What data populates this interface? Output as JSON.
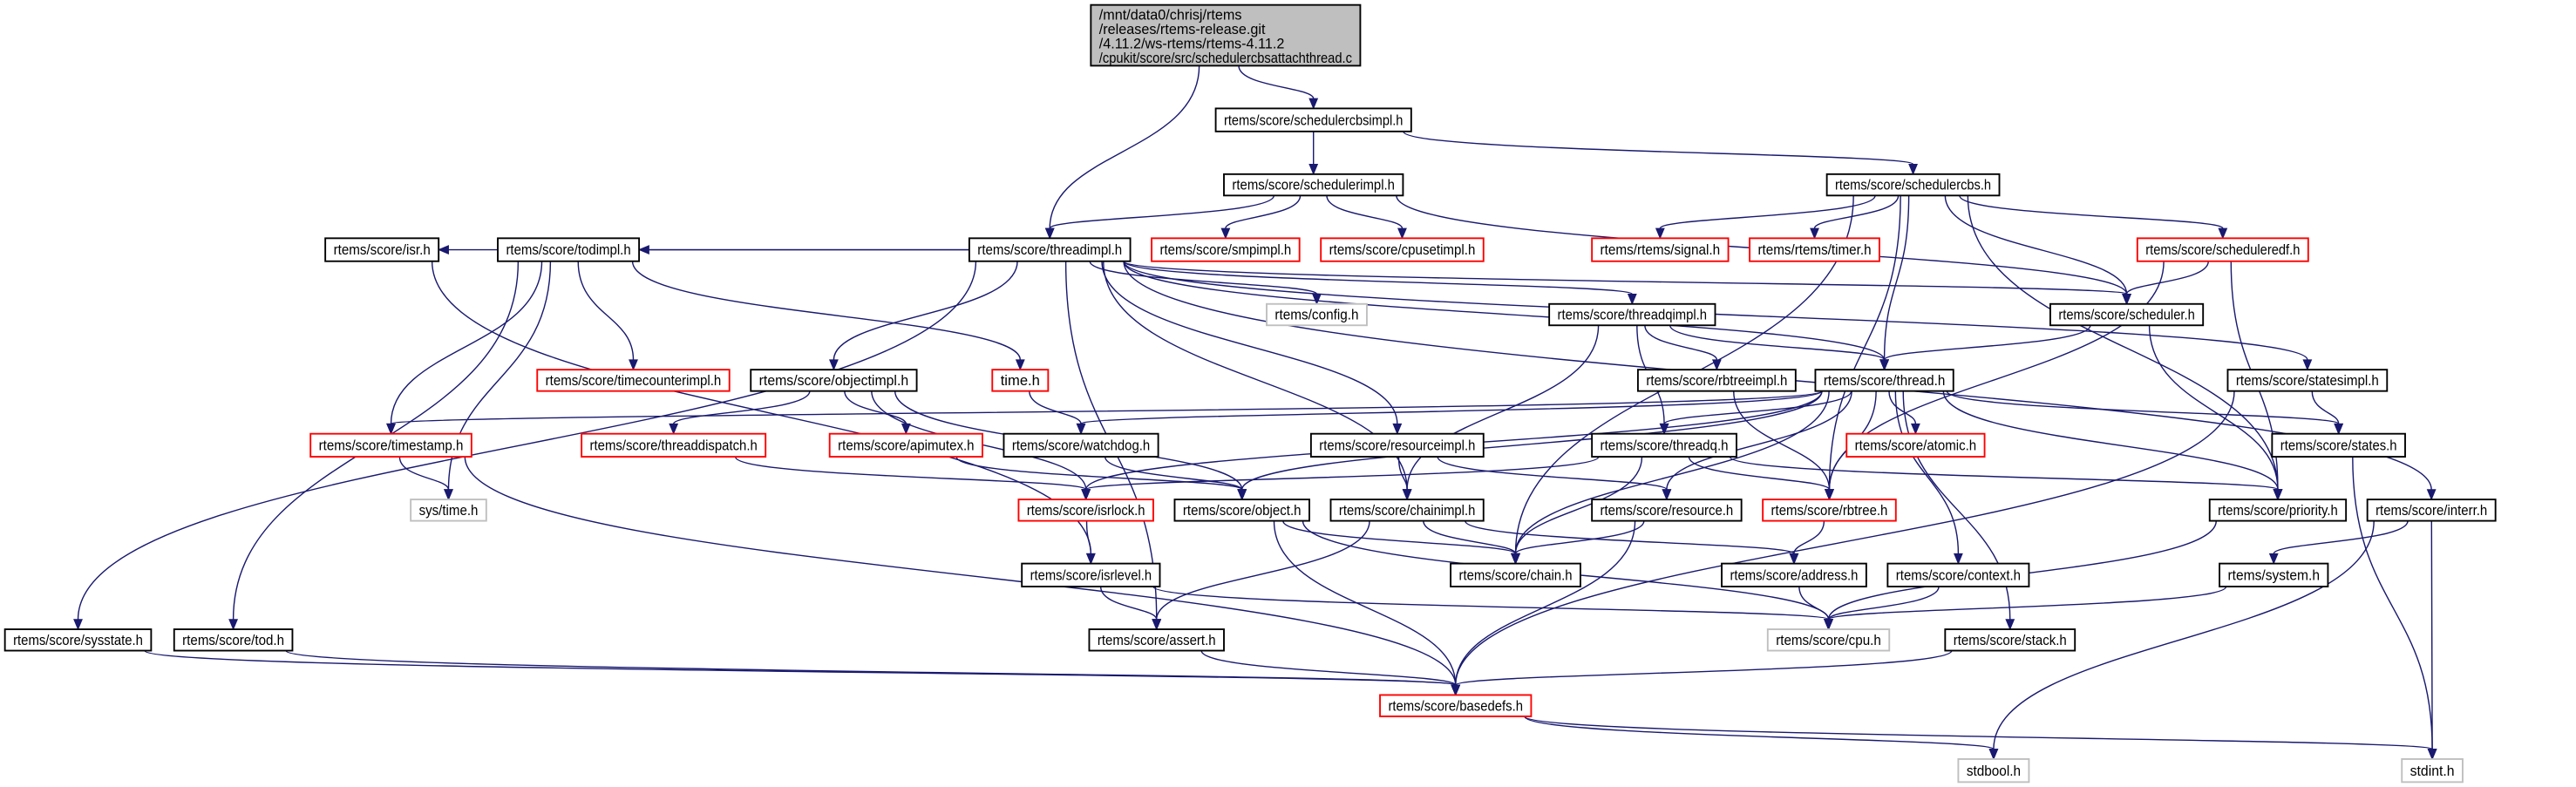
{
  "colors": {
    "edge": "#191970",
    "root_fill": "#bfbfbf",
    "normal_border": "#000000",
    "missing_docs_border": "#ff0000",
    "external_border": "#bfbfbf"
  },
  "nodes": [
    {
      "id": "root",
      "lines": [
        "/mnt/data0/chrisj/rtems",
        "/releases/rtems-release.git",
        "/4.11.2/ws-rtems/rtems-4.11.2",
        "/cpukit/score/src/schedulercbsattachthread.c"
      ],
      "style": "root"
    },
    {
      "id": "schedulercbsimpl",
      "label": "rtems/score/schedulercbsimpl.h",
      "style": "normal"
    },
    {
      "id": "schedulerimpl",
      "label": "rtems/score/schedulerimpl.h",
      "style": "normal"
    },
    {
      "id": "schedulercbs",
      "label": "rtems/score/schedulercbs.h",
      "style": "normal"
    },
    {
      "id": "threadimpl",
      "label": "rtems/score/threadimpl.h",
      "style": "normal"
    },
    {
      "id": "smpimpl",
      "label": "rtems/score/smpimpl.h",
      "style": "red"
    },
    {
      "id": "cpusetimpl",
      "label": "rtems/score/cpusetimpl.h",
      "style": "red"
    },
    {
      "id": "signal",
      "label": "rtems/rtems/signal.h",
      "style": "red"
    },
    {
      "id": "timer",
      "label": "rtems/rtems/timer.h",
      "style": "red"
    },
    {
      "id": "scheduleredf",
      "label": "rtems/score/scheduleredf.h",
      "style": "red"
    },
    {
      "id": "isr",
      "label": "rtems/score/isr.h",
      "style": "normal"
    },
    {
      "id": "todimpl",
      "label": "rtems/score/todimpl.h",
      "style": "normal"
    },
    {
      "id": "config",
      "label": "rtems/config.h",
      "style": "gray"
    },
    {
      "id": "threadqimpl",
      "label": "rtems/score/threadqimpl.h",
      "style": "normal"
    },
    {
      "id": "scheduler",
      "label": "rtems/score/scheduler.h",
      "style": "normal"
    },
    {
      "id": "timecounterimpl",
      "label": "rtems/score/timecounterimpl.h",
      "style": "red"
    },
    {
      "id": "objectimpl",
      "label": "rtems/score/objectimpl.h",
      "style": "normal"
    },
    {
      "id": "time",
      "label": "time.h",
      "style": "red"
    },
    {
      "id": "rbtreeimpl",
      "label": "rtems/score/rbtreeimpl.h",
      "style": "normal"
    },
    {
      "id": "thread",
      "label": "rtems/score/thread.h",
      "style": "normal"
    },
    {
      "id": "statesimpl",
      "label": "rtems/score/statesimpl.h",
      "style": "normal"
    },
    {
      "id": "timestamp",
      "label": "rtems/score/timestamp.h",
      "style": "red"
    },
    {
      "id": "threaddispatch",
      "label": "rtems/score/threaddispatch.h",
      "style": "red"
    },
    {
      "id": "apimutex",
      "label": "rtems/score/apimutex.h",
      "style": "red"
    },
    {
      "id": "watchdog",
      "label": "rtems/score/watchdog.h",
      "style": "normal"
    },
    {
      "id": "resourceimpl",
      "label": "rtems/score/resourceimpl.h",
      "style": "normal"
    },
    {
      "id": "threadq",
      "label": "rtems/score/threadq.h",
      "style": "normal"
    },
    {
      "id": "atomic",
      "label": "rtems/score/atomic.h",
      "style": "red"
    },
    {
      "id": "states",
      "label": "rtems/score/states.h",
      "style": "normal"
    },
    {
      "id": "systime",
      "label": "sys/time.h",
      "style": "gray"
    },
    {
      "id": "isrlock",
      "label": "rtems/score/isrlock.h",
      "style": "red"
    },
    {
      "id": "object",
      "label": "rtems/score/object.h",
      "style": "normal"
    },
    {
      "id": "chainimpl",
      "label": "rtems/score/chainimpl.h",
      "style": "normal"
    },
    {
      "id": "resource",
      "label": "rtems/score/resource.h",
      "style": "normal"
    },
    {
      "id": "rbtree",
      "label": "rtems/score/rbtree.h",
      "style": "red"
    },
    {
      "id": "priority",
      "label": "rtems/score/priority.h",
      "style": "normal"
    },
    {
      "id": "interr",
      "label": "rtems/score/interr.h",
      "style": "normal"
    },
    {
      "id": "isrlevel",
      "label": "rtems/score/isrlevel.h",
      "style": "normal"
    },
    {
      "id": "chain",
      "label": "rtems/score/chain.h",
      "style": "normal"
    },
    {
      "id": "address",
      "label": "rtems/score/address.h",
      "style": "normal"
    },
    {
      "id": "context",
      "label": "rtems/score/context.h",
      "style": "normal"
    },
    {
      "id": "system",
      "label": "rtems/system.h",
      "style": "normal"
    },
    {
      "id": "sysstate",
      "label": "rtems/score/sysstate.h",
      "style": "normal"
    },
    {
      "id": "tod",
      "label": "rtems/score/tod.h",
      "style": "normal"
    },
    {
      "id": "assert",
      "label": "rtems/score/assert.h",
      "style": "normal"
    },
    {
      "id": "cpu",
      "label": "rtems/score/cpu.h",
      "style": "gray"
    },
    {
      "id": "stack",
      "label": "rtems/score/stack.h",
      "style": "normal"
    },
    {
      "id": "basedefs",
      "label": "rtems/score/basedefs.h",
      "style": "red"
    },
    {
      "id": "stdbool",
      "label": "stdbool.h",
      "style": "gray"
    },
    {
      "id": "stdint",
      "label": "stdint.h",
      "style": "gray"
    }
  ],
  "edges": [
    [
      "root",
      "schedulercbsimpl"
    ],
    [
      "root",
      "threadimpl"
    ],
    [
      "schedulercbsimpl",
      "schedulerimpl"
    ],
    [
      "schedulercbsimpl",
      "schedulercbs"
    ],
    [
      "schedulerimpl",
      "threadimpl"
    ],
    [
      "schedulerimpl",
      "smpimpl"
    ],
    [
      "schedulerimpl",
      "cpusetimpl"
    ],
    [
      "schedulerimpl",
      "scheduler"
    ],
    [
      "schedulercbs",
      "signal"
    ],
    [
      "schedulercbs",
      "timer"
    ],
    [
      "schedulercbs",
      "scheduleredf"
    ],
    [
      "schedulercbs",
      "scheduler"
    ],
    [
      "schedulercbs",
      "thread"
    ],
    [
      "schedulercbs",
      "priority"
    ],
    [
      "schedulercbs",
      "rbtree"
    ],
    [
      "schedulercbs",
      "chain"
    ],
    [
      "scheduleredf",
      "scheduler"
    ],
    [
      "scheduleredf",
      "priority"
    ],
    [
      "scheduleredf",
      "rbtree"
    ],
    [
      "threadimpl",
      "isr"
    ],
    [
      "threadimpl",
      "todimpl"
    ],
    [
      "threadimpl",
      "objectimpl"
    ],
    [
      "threadimpl",
      "config"
    ],
    [
      "threadimpl",
      "threadqimpl"
    ],
    [
      "threadimpl",
      "thread"
    ],
    [
      "threadimpl",
      "scheduler"
    ],
    [
      "threadimpl",
      "statesimpl"
    ],
    [
      "threadimpl",
      "resourceimpl"
    ],
    [
      "threadimpl",
      "chainimpl"
    ],
    [
      "threadimpl",
      "sysstate"
    ],
    [
      "threadimpl",
      "assert"
    ],
    [
      "threadimpl",
      "interr"
    ],
    [
      "scheduler",
      "thread"
    ],
    [
      "scheduler",
      "priority"
    ],
    [
      "threadqimpl",
      "thread"
    ],
    [
      "threadqimpl",
      "rbtreeimpl"
    ],
    [
      "threadqimpl",
      "threadq"
    ],
    [
      "threadqimpl",
      "chainimpl"
    ],
    [
      "isr",
      "isrlevel"
    ],
    [
      "todimpl",
      "timecounterimpl"
    ],
    [
      "todimpl",
      "time"
    ],
    [
      "todimpl",
      "timestamp"
    ],
    [
      "todimpl",
      "systime"
    ],
    [
      "todimpl",
      "tod"
    ],
    [
      "objectimpl",
      "threaddispatch"
    ],
    [
      "objectimpl",
      "apimutex"
    ],
    [
      "objectimpl",
      "isrlock"
    ],
    [
      "objectimpl",
      "object"
    ],
    [
      "time",
      "watchdog"
    ],
    [
      "rbtreeimpl",
      "rbtree"
    ],
    [
      "thread",
      "timestamp"
    ],
    [
      "thread",
      "watchdog"
    ],
    [
      "thread",
      "isrlock"
    ],
    [
      "thread",
      "object"
    ],
    [
      "thread",
      "threadq"
    ],
    [
      "thread",
      "atomic"
    ],
    [
      "thread",
      "states"
    ],
    [
      "thread",
      "priority"
    ],
    [
      "thread",
      "rbtree"
    ],
    [
      "thread",
      "resource"
    ],
    [
      "thread",
      "context"
    ],
    [
      "thread",
      "stack"
    ],
    [
      "thread",
      "chain"
    ],
    [
      "statesimpl",
      "states"
    ],
    [
      "statesimpl",
      "basedefs"
    ],
    [
      "timestamp",
      "systime"
    ],
    [
      "timestamp",
      "basedefs"
    ],
    [
      "threaddispatch",
      "isrlock"
    ],
    [
      "apimutex",
      "object"
    ],
    [
      "watchdog",
      "object"
    ],
    [
      "resourceimpl",
      "chainimpl"
    ],
    [
      "resourceimpl",
      "resource"
    ],
    [
      "threadq",
      "isrlock"
    ],
    [
      "threadq",
      "chain"
    ],
    [
      "threadq",
      "rbtree"
    ],
    [
      "threadq",
      "priority"
    ],
    [
      "states",
      "stdint"
    ],
    [
      "isrlock",
      "isrlevel"
    ],
    [
      "object",
      "chain"
    ],
    [
      "object",
      "basedefs"
    ],
    [
      "object",
      "cpu"
    ],
    [
      "chainimpl",
      "chain"
    ],
    [
      "chainimpl",
      "assert"
    ],
    [
      "chainimpl",
      "address"
    ],
    [
      "resource",
      "chain"
    ],
    [
      "resource",
      "basedefs"
    ],
    [
      "rbtree",
      "address"
    ],
    [
      "priority",
      "cpu"
    ],
    [
      "interr",
      "system"
    ],
    [
      "interr",
      "stdbool"
    ],
    [
      "interr",
      "stdint"
    ],
    [
      "isrlevel",
      "assert"
    ],
    [
      "isrlevel",
      "cpu"
    ],
    [
      "address",
      "cpu"
    ],
    [
      "context",
      "cpu"
    ],
    [
      "system",
      "cpu"
    ],
    [
      "sysstate",
      "basedefs"
    ],
    [
      "tod",
      "basedefs"
    ],
    [
      "assert",
      "basedefs"
    ],
    [
      "stack",
      "basedefs"
    ],
    [
      "basedefs",
      "stdbool"
    ],
    [
      "basedefs",
      "stdint"
    ]
  ]
}
